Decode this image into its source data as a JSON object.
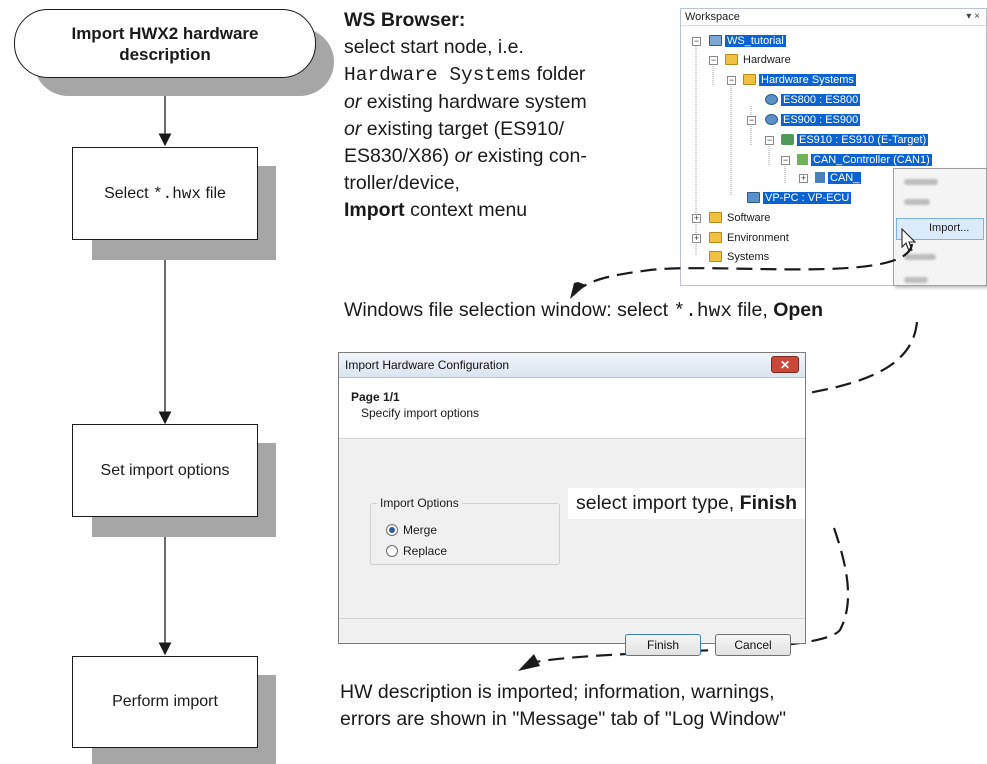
{
  "flow": {
    "start": {
      "line1": "Import HWX2 hardware",
      "line2": "description"
    },
    "step1": {
      "pre": "Select ",
      "code": "*.hwx",
      "post": " file"
    },
    "step2": {
      "label": "Set import options"
    },
    "step3": {
      "label": "Perform import"
    }
  },
  "ws_desc": {
    "heading": "WS Browser:",
    "l1": "select start node, i.e.",
    "l2_code": "Hardware Systems",
    "l2_post": " folder",
    "or": "or",
    "l3_post": " existing hardware system",
    "l4_post": " existing target (ES910/",
    "l5_pre": "ES830/X86) ",
    "l5_post": " existing con-",
    "l6": "troller/device,",
    "l7_bold": "Import",
    "l7_post": " context menu"
  },
  "workspace": {
    "title": "Workspace",
    "controls": "▾ ×",
    "nodes": [
      {
        "label": "WS_tutorial"
      },
      {
        "label": "Hardware"
      },
      {
        "label": "Hardware Systems"
      },
      {
        "label": "ES800 : ES800"
      },
      {
        "label": "ES900 : ES900"
      },
      {
        "label": "ES910 : ES910 (E-Target)"
      },
      {
        "label": "CAN_Controller (CAN1)"
      },
      {
        "label": "CAN_"
      },
      {
        "label": "VP-PC : VP-ECU"
      },
      {
        "label": "Software"
      },
      {
        "label": "Environment"
      },
      {
        "label": "Systems"
      }
    ],
    "context_menu": {
      "import_label": "Import..."
    }
  },
  "file_sel": {
    "pre": "Windows file selection window: select ",
    "code": "*.hwx",
    "mid": " file, ",
    "bold": "Open"
  },
  "dialog": {
    "title": "Import Hardware Configuration",
    "close": "✕",
    "page": "Page 1/1",
    "subtitle": "Specify import options",
    "group_label": "Import Options",
    "merge": "Merge",
    "replace": "Replace",
    "finish": "Finish",
    "cancel": "Cancel"
  },
  "import_type": {
    "pre": "select import type, ",
    "bold": "Finish"
  },
  "result": {
    "line1": "HW description is imported; information, warnings,",
    "line2": "errors are shown in \"Message\" tab of \"Log Window\""
  }
}
